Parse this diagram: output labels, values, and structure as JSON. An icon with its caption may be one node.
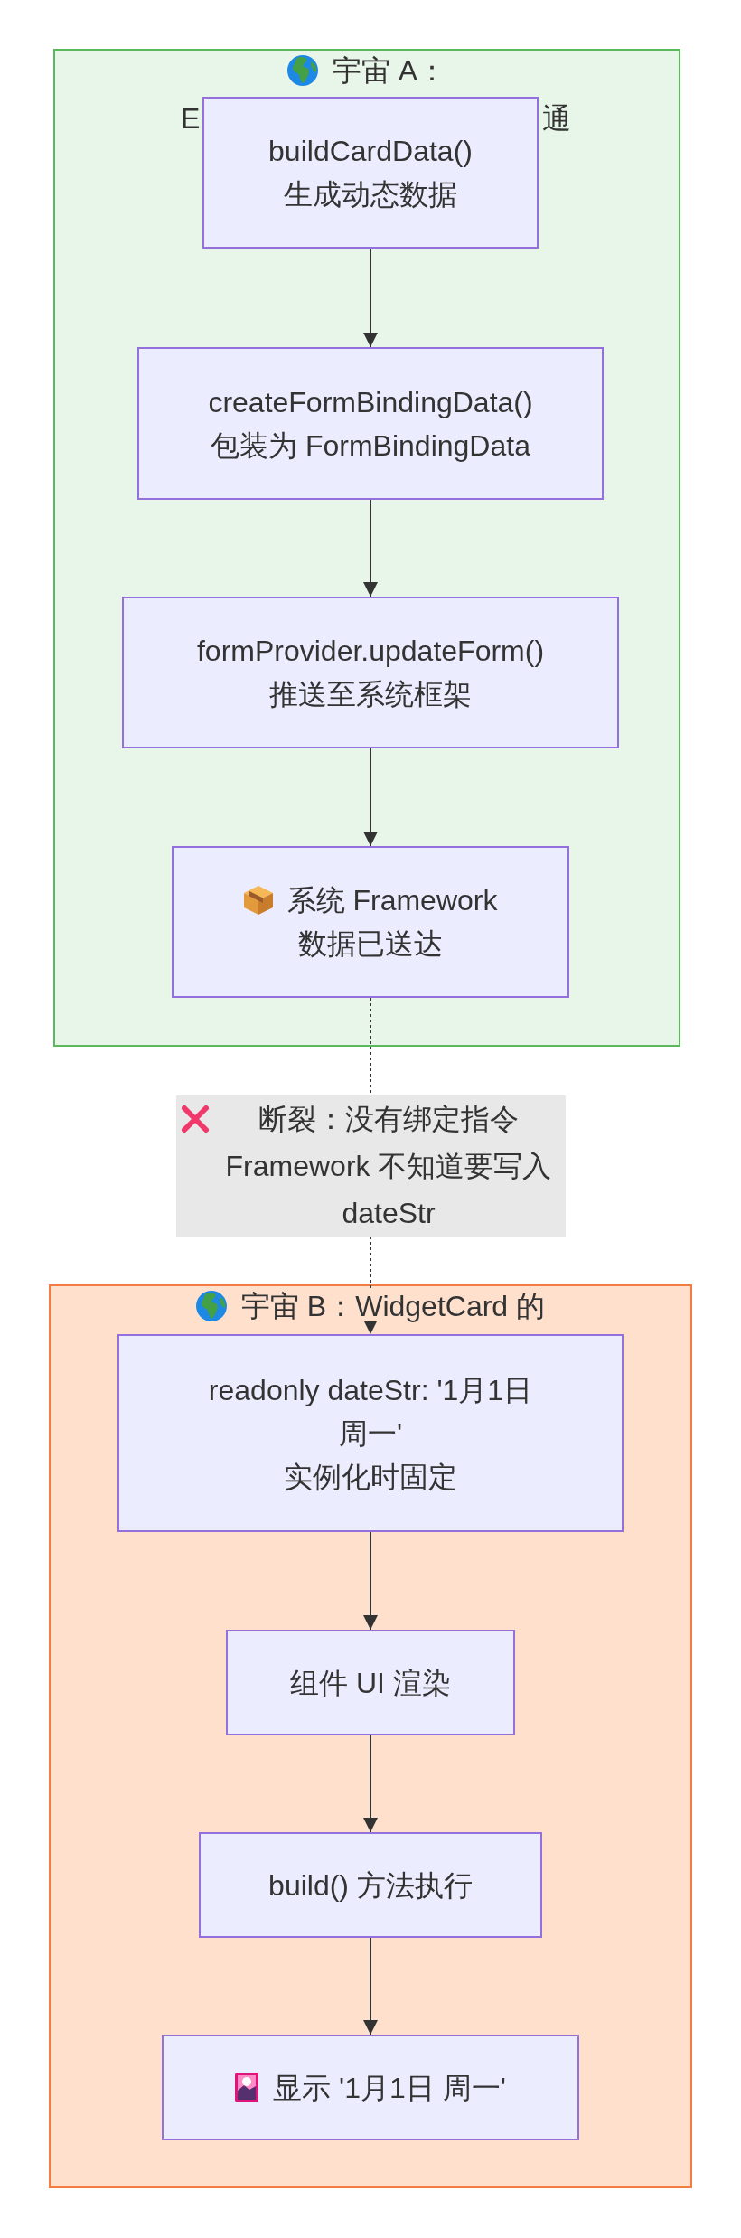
{
  "diagram": {
    "nodes": [
      {
        "text": [
          "宇宙 A：",
          "E",
          "通"
        ]
      },
      {
        "text": [
          "buildCardData()",
          "生成动态数据"
        ],
        "in": 0
      },
      {
        "text": [
          "createFormBindingData()",
          "包装为 FormBindingData"
        ],
        "in": 0
      },
      {
        "text": [
          "formProvider.updateForm()",
          "推送至系统框架"
        ],
        "in": 0
      },
      {
        "text": [
          "系统 Framework",
          "数据已送达"
        ],
        "in": 0
      },
      {
        "text": [
          "宇宙 B：WidgetCard 的"
        ]
      },
      {
        "text": [
          "readonly dateStr: '1月1日周一'",
          "实例化时固定"
        ],
        "in": 5
      },
      {
        "text": [
          "组件 UI 渲染"
        ],
        "in": 5
      },
      {
        "text": [
          "build() 方法执行"
        ],
        "in": 5
      },
      {
        "text": [
          "显示 '1月1日 周一'"
        ],
        "in": 5
      }
    ],
    "edges": [
      {
        "from": 1,
        "to": 2,
        "arrow": "to"
      },
      {
        "from": 2,
        "to": 3,
        "arrow": "to"
      },
      {
        "from": 3,
        "to": 4,
        "arrow": "to"
      },
      {
        "from": 4,
        "to": 6,
        "arrow": "to",
        "style": "dashed",
        "label": "断裂：没有绑定指令 Framework 不知道要写入 dateStr"
      },
      {
        "from": 6,
        "to": 7,
        "arrow": "to"
      },
      {
        "from": 7,
        "to": 8,
        "arrow": "to"
      },
      {
        "from": 8,
        "to": 9,
        "arrow": "to"
      }
    ]
  }
}
